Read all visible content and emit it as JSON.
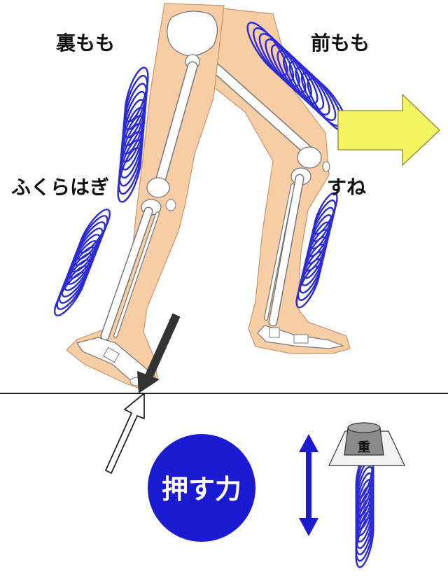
{
  "labels": {
    "hamstring": "裏もも",
    "quadriceps": "前もも",
    "calf": "ふくらはぎ",
    "shin": "すね",
    "push_force": "押す力",
    "weight": "重"
  },
  "colors": {
    "skin": "#f7cda6",
    "skin_outline": "#c9956b",
    "bone": "#ffffff",
    "bone_outline": "#777777",
    "spring": "#2b2bd6",
    "arrow_forward": "#f4f463",
    "circle": "#1a1ad0",
    "ground": "#222222",
    "down_arrow": "#333333",
    "up_arrow": "#ffffff",
    "weight_platform": "#f2f2f2",
    "weight_block": "#8a8a8a"
  },
  "icons": {
    "forward": "arrow-right-icon",
    "down_force": "arrow-down-left-icon",
    "up_force": "arrow-up-right-icon",
    "updown": "double-arrow-vertical-icon"
  }
}
